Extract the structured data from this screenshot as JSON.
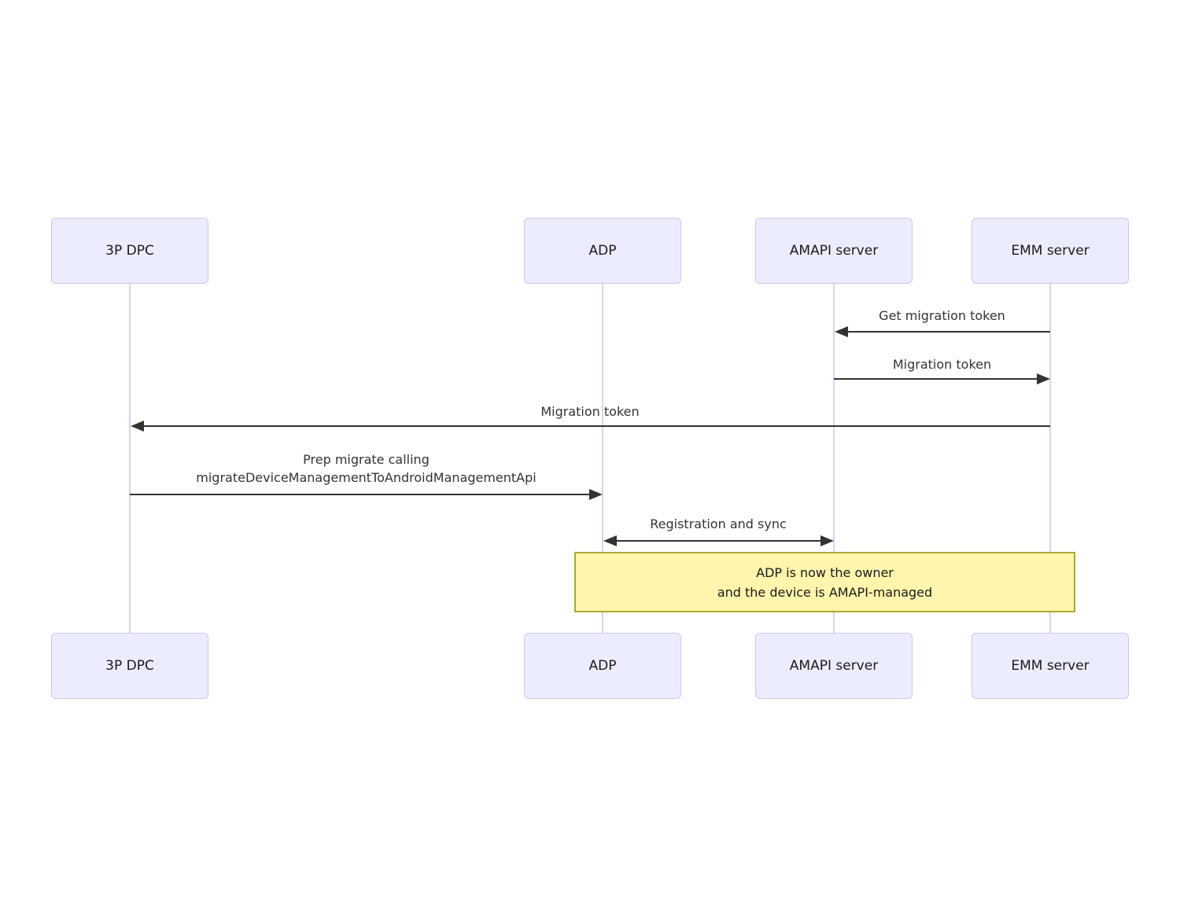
{
  "diagram_type": "sequence",
  "colors": {
    "actor_fill": "#ECECFF",
    "actor_border": "#CCC6EE",
    "lifeline": "#D8D2F2",
    "message": "#333333",
    "note_fill": "#FFF5AD",
    "note_border": "#AAAA33",
    "background": "#FFFFFF"
  },
  "actors": [
    {
      "label": "3P DPC"
    },
    {
      "label": "ADP"
    },
    {
      "label": "AMAPI server"
    },
    {
      "label": "EMM server"
    }
  ],
  "messages": [
    {
      "label": "Get migration token",
      "from": "EMM server",
      "to": "AMAPI server",
      "direction": "left"
    },
    {
      "label": "Migration token",
      "from": "AMAPI server",
      "to": "EMM server",
      "direction": "right"
    },
    {
      "label": "Migration token",
      "from": "EMM server",
      "to": "3P DPC",
      "direction": "left"
    },
    {
      "label_line1": "Prep migrate calling",
      "label_line2": "migrateDeviceManagementToAndroidManagementApi",
      "from": "3P DPC",
      "to": "ADP",
      "direction": "right"
    },
    {
      "label": "Registration and sync",
      "from": "ADP",
      "to": "AMAPI server",
      "direction": "both"
    }
  ],
  "note": {
    "line1": "ADP is now the owner",
    "line2": "and the device is AMAPI-managed"
  }
}
